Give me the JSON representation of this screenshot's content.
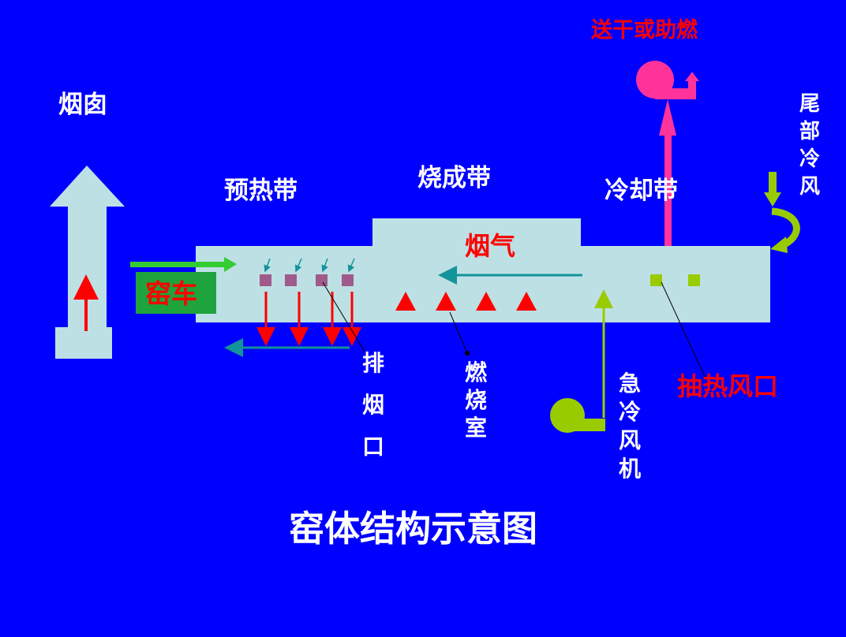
{
  "title": "窑体结构示意图",
  "labels": {
    "chimney": "烟囱",
    "preheat_zone": "预热带",
    "firing_zone": "烧成带",
    "cooling_zone": "冷却带",
    "flue_gas": "烟气",
    "kiln_car": "窑车",
    "exhaust_port": "排烟口",
    "combustion_chamber": "燃烧室",
    "quench_fan": "急冷风机",
    "heat_extraction_port": "抽热风口",
    "drying_or_combustion": "送干或助燃",
    "tail_cooling_air": "尾部冷风"
  },
  "colors": {
    "background": "#0000ff",
    "kiln_body": "#bde0e4",
    "red": "#ff0000",
    "teal": "#13939a",
    "green_arrow": "#33cc33",
    "green_block": "#1fa33c",
    "magenta": "#ff3399",
    "lime": "#99cc00",
    "purple_square": "#a05a8c",
    "white": "#ffffff"
  },
  "icons": {
    "fan_top": "pink-blower-fan-icon",
    "fan_bottom": "lime-blower-fan-icon",
    "tail_air": "curved-arrow-icon"
  }
}
